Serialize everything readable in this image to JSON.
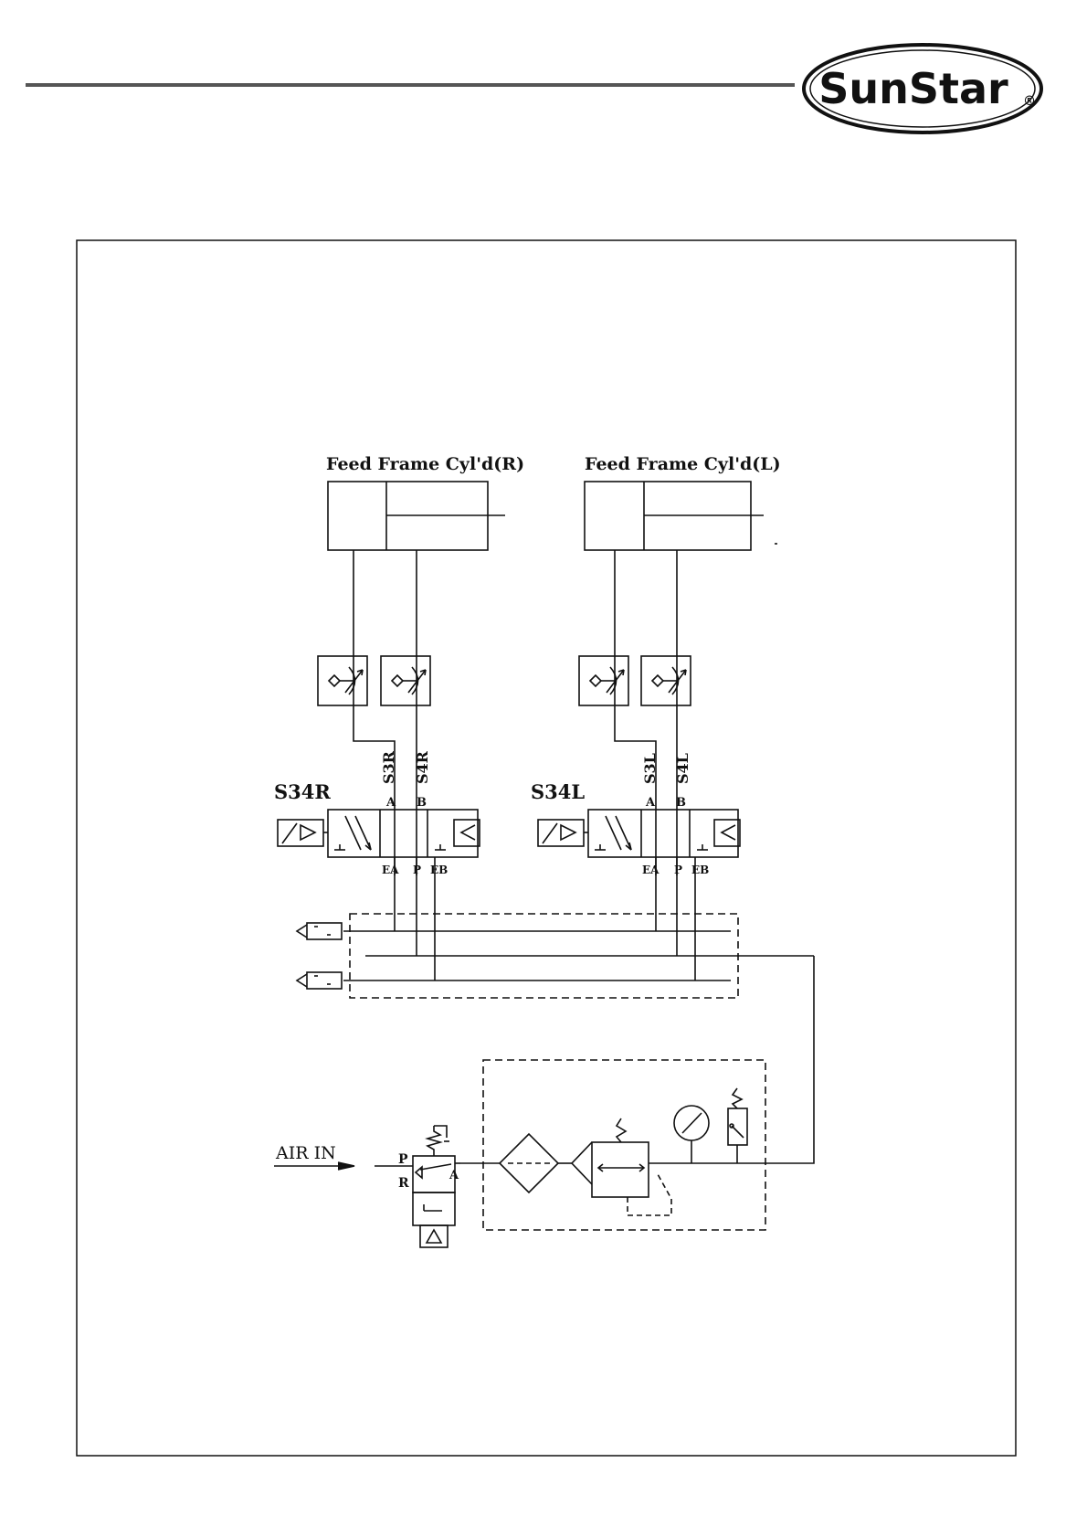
{
  "header": {
    "logo_text": "SunStar",
    "logo_mark": "®"
  },
  "diagram": {
    "cylinders": [
      {
        "label": "Feed Frame Cyl'd(R)"
      },
      {
        "label": "Feed Frame Cyl'd(L)"
      }
    ],
    "valves": [
      {
        "name": "S34R",
        "line_a": "S3R",
        "line_b": "S4R"
      },
      {
        "name": "S34L",
        "line_a": "S3L",
        "line_b": "S4L"
      }
    ],
    "ports": {
      "a": "A",
      "b": "B",
      "ea": "EA",
      "p": "P",
      "eb": "EB",
      "r": "R"
    },
    "air_in": "AIR IN"
  },
  "colors": {
    "ink": "#111111",
    "background": "#ffffff",
    "rule": "#555555"
  }
}
